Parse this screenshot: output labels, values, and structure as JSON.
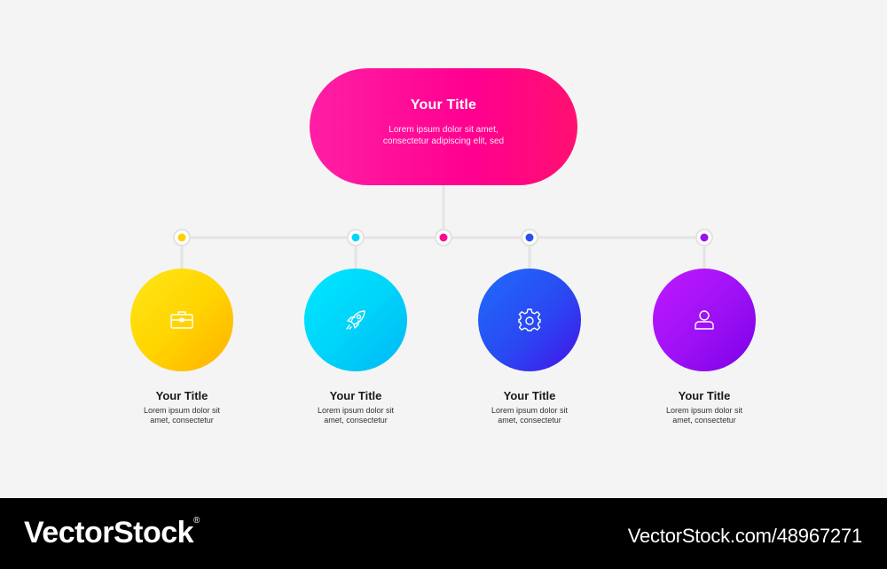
{
  "root": {
    "title": "Your Title",
    "text_line1": "Lorem ipsum dolor sit amet,",
    "text_line2": "consectetur adipiscing elit, sed"
  },
  "children": [
    {
      "title": "Your Title",
      "line1": "Lorem ipsum dolor sit",
      "line2": "amet, consectetur",
      "icon": "briefcase-icon",
      "color": "#ffd000",
      "dot_color": "#ffd000"
    },
    {
      "title": "Your Title",
      "line1": "Lorem ipsum dolor sit",
      "line2": "amet, consectetur",
      "icon": "rocket-icon",
      "color": "#00d6fa",
      "dot_color": "#00d6fa"
    },
    {
      "title": "Your Title",
      "line1": "Lorem ipsum dolor sit",
      "line2": "amet, consectetur",
      "icon": "gear-icon",
      "color": "#2c4cf2",
      "dot_color": "#2a50f0"
    },
    {
      "title": "Your Title",
      "line1": "Lorem ipsum dolor sit",
      "line2": "amet, consectetur",
      "icon": "user-icon",
      "color": "#a010f5",
      "dot_color": "#9a10f0"
    }
  ],
  "root_dot_color": "#ff0a90",
  "connector_color": "#e6e6e6",
  "watermark": {
    "brand": "VectorStock",
    "registered": "®",
    "id_text": "VectorStock.com/48967271"
  }
}
